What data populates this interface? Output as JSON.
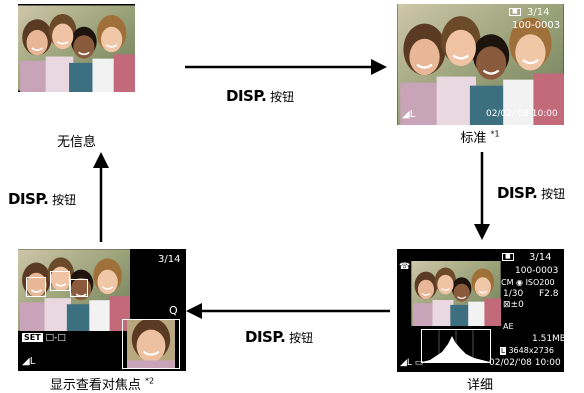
{
  "modes": {
    "none": {
      "caption": "无信息"
    },
    "standard": {
      "caption": "标准",
      "note": "*1",
      "image_count": "3/14",
      "folder_file": "100-0003",
      "date_time": "02/02/'08 10:00"
    },
    "detailed": {
      "caption": "详细",
      "image_count": "3/14",
      "folder_file": "100-0003",
      "shutter": "1/30",
      "aperture": "F2.8",
      "iso": "ISO200",
      "exposure_comp": "±0",
      "file_size": "1.51MB",
      "resolution": "3648x2736",
      "date_time": "02/02/'08 10:00"
    },
    "focus_check": {
      "caption": "显示查看对焦点",
      "note": "*2",
      "image_count": "3/14",
      "set_label": "SET"
    }
  },
  "arrows": {
    "top": {
      "disp": "DISP.",
      "text": "按钮"
    },
    "right": {
      "disp": "DISP.",
      "text": "按钮"
    },
    "bottom": {
      "disp": "DISP.",
      "text": "按钮"
    },
    "left": {
      "disp": "DISP.",
      "text": "按钮"
    }
  }
}
